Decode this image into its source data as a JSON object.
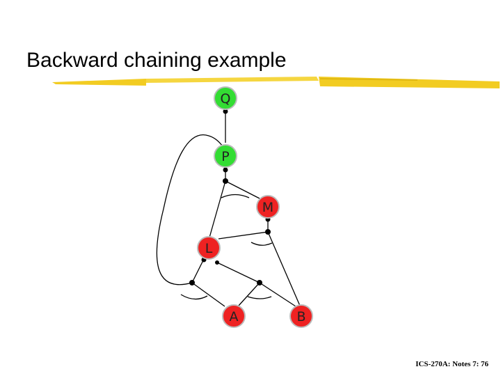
{
  "slide": {
    "title": "Backward chaining example",
    "footer": "ICS-270A: Notes 7: 76"
  },
  "colors": {
    "proved": "#33dd33",
    "pending": "#ee2222",
    "underline": "#f2cc22"
  },
  "nodes": [
    {
      "id": "Q",
      "label": "Q",
      "state": "proved"
    },
    {
      "id": "P",
      "label": "P",
      "state": "proved"
    },
    {
      "id": "M",
      "label": "M",
      "state": "pending"
    },
    {
      "id": "L",
      "label": "L",
      "state": "pending"
    },
    {
      "id": "A",
      "label": "A",
      "state": "pending"
    },
    {
      "id": "B",
      "label": "B",
      "state": "pending"
    }
  ]
}
